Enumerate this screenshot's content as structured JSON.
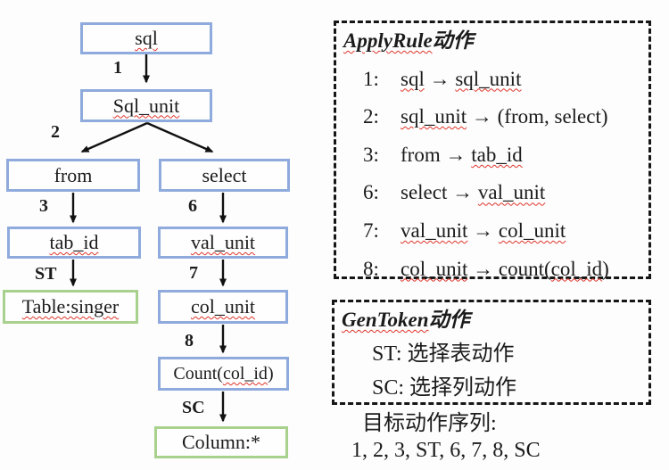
{
  "colors": {
    "node_border_blue": "#8faadc",
    "node_border_green": "#a9d18e",
    "squiggle_red": "#e0342b",
    "dash_border": "#161616",
    "arrow_black": "#111111"
  },
  "tree": {
    "nodes": {
      "sql": {
        "parts": [
          {
            "t": "sql",
            "sq": true
          }
        ]
      },
      "sql_unit": {
        "parts": [
          {
            "t": "Sql_unit",
            "sq": true
          }
        ]
      },
      "from": {
        "parts": [
          {
            "t": "from",
            "sq": false
          }
        ]
      },
      "select": {
        "parts": [
          {
            "t": "select",
            "sq": false
          }
        ]
      },
      "tab_id": {
        "parts": [
          {
            "t": "tab_id",
            "sq": true
          }
        ]
      },
      "val_unit": {
        "parts": [
          {
            "t": "val_unit",
            "sq": true
          }
        ]
      },
      "table_singer": {
        "parts": [
          {
            "t": "Table:singer",
            "sq": true
          }
        ]
      },
      "col_unit": {
        "parts": [
          {
            "t": "col_unit",
            "sq": true
          }
        ]
      },
      "count_col_id": {
        "parts": [
          {
            "t": "Count(",
            "sq": false
          },
          {
            "t": "col_id",
            "sq": true
          },
          {
            "t": ")",
            "sq": false
          }
        ]
      },
      "column_star": {
        "parts": [
          {
            "t": "Column:*",
            "sq": false
          }
        ]
      }
    },
    "edge_labels": {
      "e1": "1",
      "e2": "2",
      "e3": "3",
      "e_st": "ST",
      "e6": "6",
      "e7": "7",
      "e8": "8",
      "e_sc": "SC"
    }
  },
  "apply_rule": {
    "title_en": "ApplyRule",
    "title_zh": "动作",
    "rules": [
      {
        "num": "1:",
        "parts": [
          {
            "t": "sql",
            "sq": true
          },
          {
            "t": " → ",
            "sq": false
          },
          {
            "t": "sql_unit",
            "sq": true
          }
        ]
      },
      {
        "num": "2:",
        "parts": [
          {
            "t": "sql_unit",
            "sq": true
          },
          {
            "t": " → (from, select)",
            "sq": false
          }
        ]
      },
      {
        "num": "3:",
        "parts": [
          {
            "t": "from → ",
            "sq": false
          },
          {
            "t": "tab_id",
            "sq": true
          }
        ]
      },
      {
        "num": "6:",
        "parts": [
          {
            "t": "select → ",
            "sq": false
          },
          {
            "t": "val_unit",
            "sq": true
          }
        ]
      },
      {
        "num": "7:",
        "parts": [
          {
            "t": "val_unit",
            "sq": true
          },
          {
            "t": " → ",
            "sq": false
          },
          {
            "t": "col_unit",
            "sq": true
          }
        ]
      },
      {
        "num": "8:",
        "parts": [
          {
            "t": "col_unit",
            "sq": true
          },
          {
            "t": " → count(",
            "sq": false
          },
          {
            "t": "col_id",
            "sq": true
          },
          {
            "t": ")",
            "sq": false
          }
        ]
      }
    ]
  },
  "gen_token": {
    "title_en": "GenToken",
    "title_zh": "动作",
    "lines": [
      "ST: 选择表动作",
      "SC: 选择列动作"
    ]
  },
  "target": {
    "label": "目标动作序列:",
    "sequence": "1, 2, 3, ST, 6, 7, 8, SC"
  }
}
